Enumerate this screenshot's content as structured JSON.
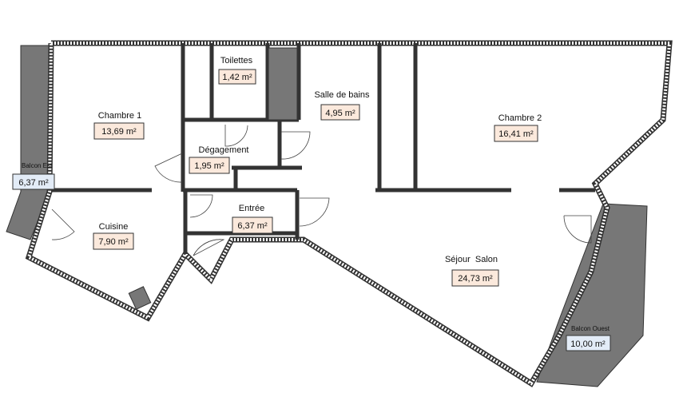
{
  "rooms": [
    {
      "id": "chambre1",
      "name": "Chambre 1",
      "area": "13,69 m²"
    },
    {
      "id": "toilettes",
      "name": "Toilettes",
      "area": "1,42 m²"
    },
    {
      "id": "sdb",
      "name": "Salle de bains",
      "area": "4,95 m²"
    },
    {
      "id": "chambre2",
      "name": "Chambre 2",
      "area": "16,41 m²"
    },
    {
      "id": "degagement",
      "name": "Dégagement",
      "area": "1,95 m²"
    },
    {
      "id": "cuisine",
      "name": "Cuisine",
      "area": "7,90 m²"
    },
    {
      "id": "entree",
      "name": "Entrée",
      "area": "6,37 m²"
    },
    {
      "id": "sejour",
      "name": "Séjour  Salon",
      "area": "24,73 m²"
    }
  ],
  "balconies": [
    {
      "id": "balcon-est",
      "name": "Balcon Est",
      "area": "6,37 m²"
    },
    {
      "id": "balcon-ouest",
      "name": "Balcon Ouest",
      "area": "10,00 m²"
    }
  ],
  "colors": {
    "wall": "#333333",
    "balcony_fill": "#777777",
    "room_area_bg": "#fbe9dc",
    "balcony_area_bg": "#e3ecf7"
  }
}
